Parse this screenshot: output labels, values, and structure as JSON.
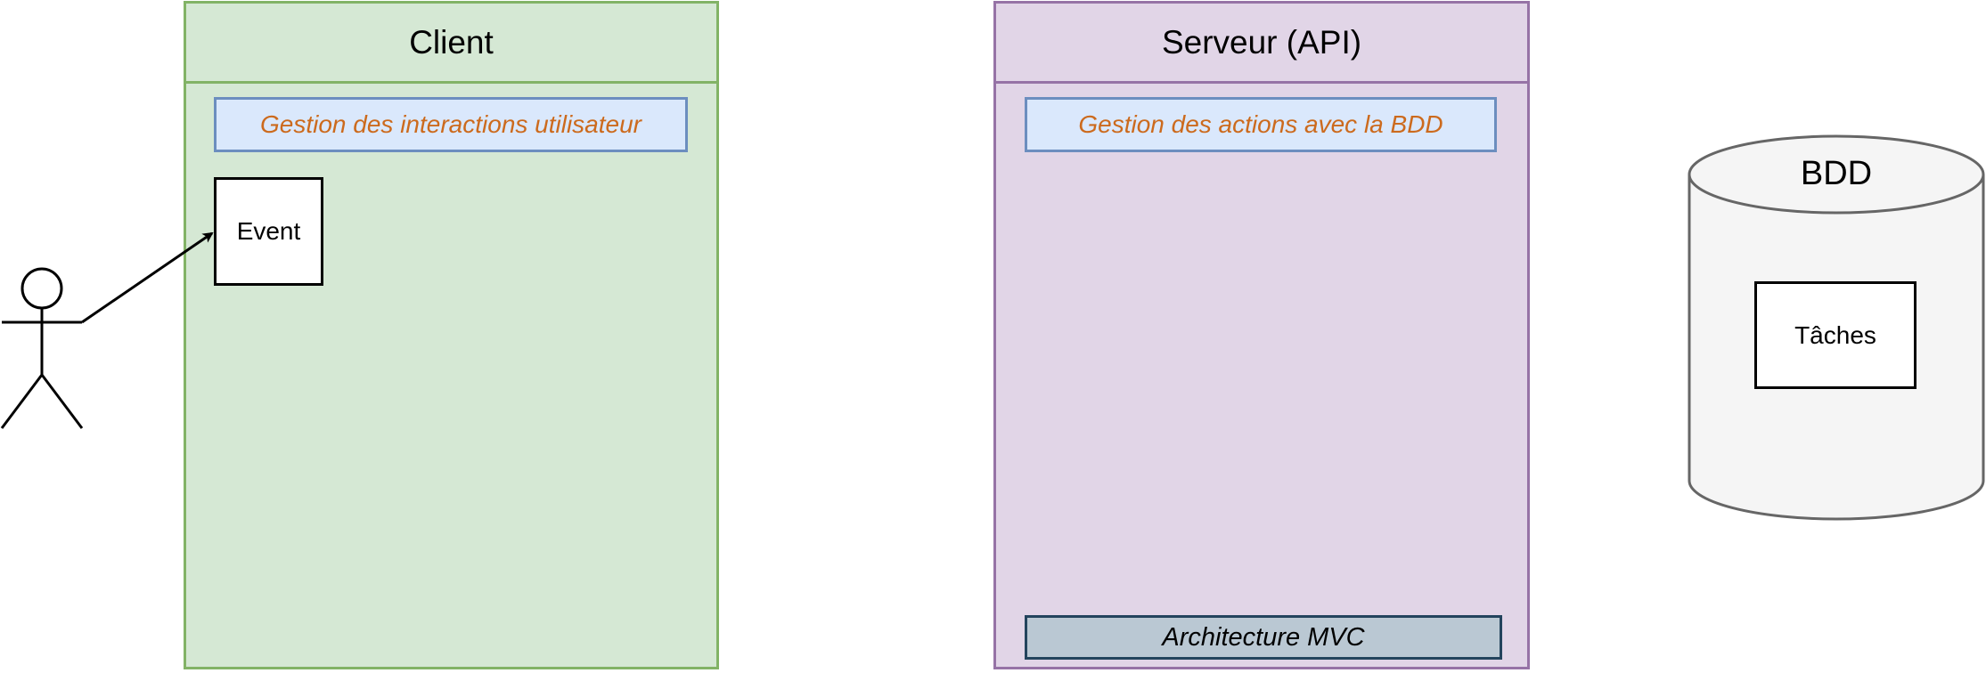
{
  "client": {
    "title": "Client",
    "note": "Gestion des interactions utilisateur",
    "event": "Event"
  },
  "server": {
    "title": "Serveur (API)",
    "note": "Gestion des actions avec la BDD",
    "architecture": "Architecture MVC"
  },
  "database": {
    "title": "BDD",
    "table": "Tâches"
  },
  "colors": {
    "client_fill": "#d5e8d4",
    "client_stroke": "#82b366",
    "server_fill": "#e1d5e7",
    "server_stroke": "#9673a6",
    "note_fill": "#dae8fc",
    "note_stroke": "#6c8ebf",
    "note_text": "#cc6a1d",
    "db_fill": "#f5f5f5",
    "db_stroke": "#666666",
    "arch_fill": "#bac8d3",
    "arch_stroke": "#23445d"
  }
}
